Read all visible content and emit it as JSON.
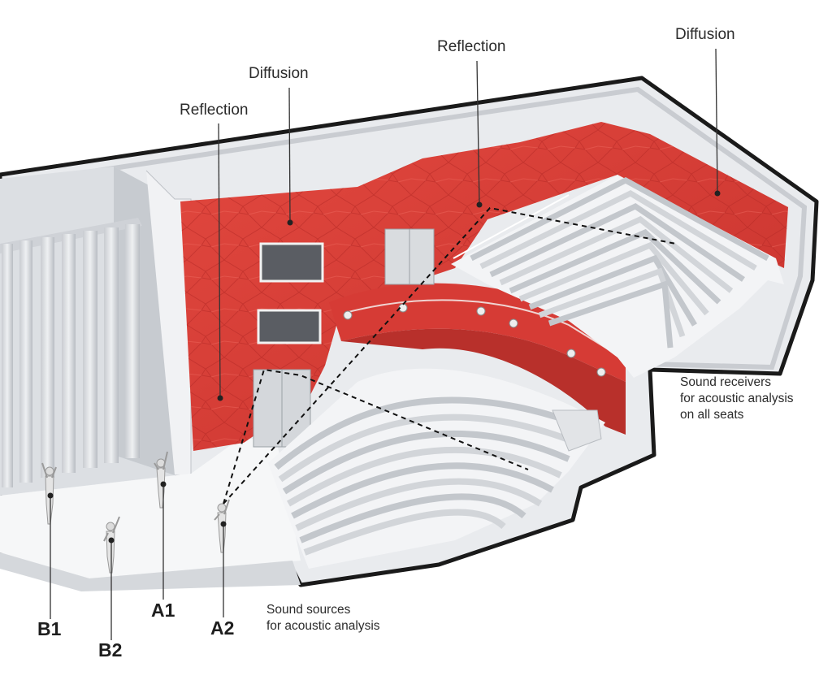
{
  "labels": {
    "reflection_left": "Reflection",
    "diffusion_left": "Diffusion",
    "reflection_right": "Reflection",
    "diffusion_right": "Diffusion"
  },
  "receivers_note": [
    "Sound receivers",
    "for acoustic analysis",
    "on all seats"
  ],
  "sources_note": [
    "Sound sources",
    "for acoustic analysis"
  ],
  "sources": [
    "B1",
    "B2",
    "A1",
    "A2"
  ],
  "colors": {
    "acoustic_wall": "#d8403a",
    "shell": "#e6e8eb",
    "outline": "#1a1a1a"
  }
}
